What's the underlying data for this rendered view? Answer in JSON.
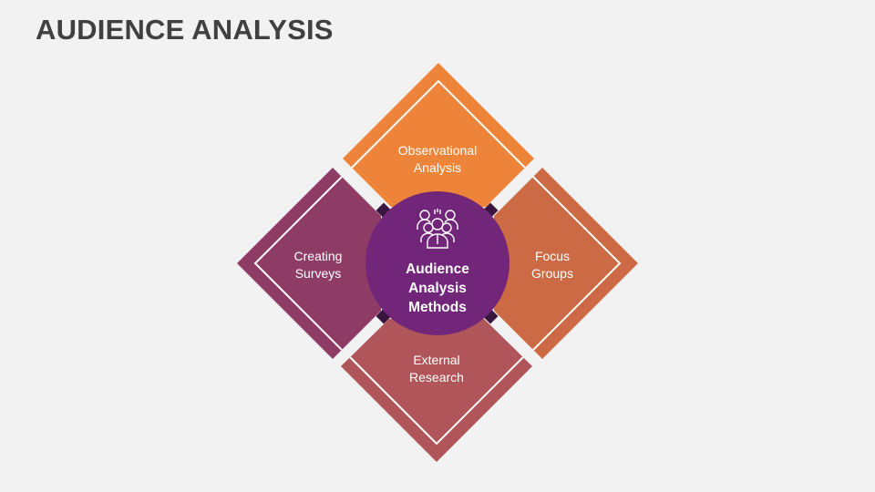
{
  "title": "AUDIENCE ANALYSIS",
  "center": {
    "line1": "Audience",
    "line2": "Analysis",
    "line3": "Methods",
    "icon": "audience-group-icon",
    "color": "#722679"
  },
  "items": [
    {
      "position": "top",
      "line1": "Observational",
      "line2": "Analysis",
      "color": "#ed8439"
    },
    {
      "position": "right",
      "line1": "Focus",
      "line2": "Groups",
      "color": "#cd6a46"
    },
    {
      "position": "bottom",
      "line1": "External",
      "line2": "Research",
      "color": "#b0565a"
    },
    {
      "position": "left",
      "line1": "Creating",
      "line2": "Surveys",
      "color": "#8e3c66"
    }
  ],
  "colors": {
    "background": "#f2f2f2",
    "title": "#404040",
    "connector": "#3a1540",
    "outline": "#ffffff"
  }
}
